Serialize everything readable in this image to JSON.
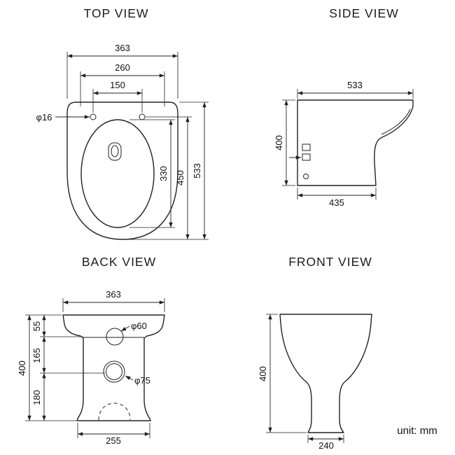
{
  "unit_label": "unit: mm",
  "views": {
    "top": {
      "title": "TOP VIEW",
      "width_total": "363",
      "width_seat": "260",
      "width_hinge": "150",
      "hinge_hole_dia": "φ16",
      "depth_total": "533",
      "depth_seat": "450",
      "depth_opening": "330"
    },
    "side": {
      "title": "SIDE VIEW",
      "depth_top": "533",
      "height": "400",
      "depth_base": "435"
    },
    "back": {
      "title": "BACK VIEW",
      "width_top": "363",
      "seg_top": "55",
      "seg_middle": "165",
      "seg_bottom": "180",
      "height": "400",
      "hole_small_dia": "φ60",
      "hole_large_dia": "φ75",
      "width_base": "255"
    },
    "front": {
      "title": "FRONT VIEW",
      "height": "400",
      "width_base": "240"
    }
  }
}
